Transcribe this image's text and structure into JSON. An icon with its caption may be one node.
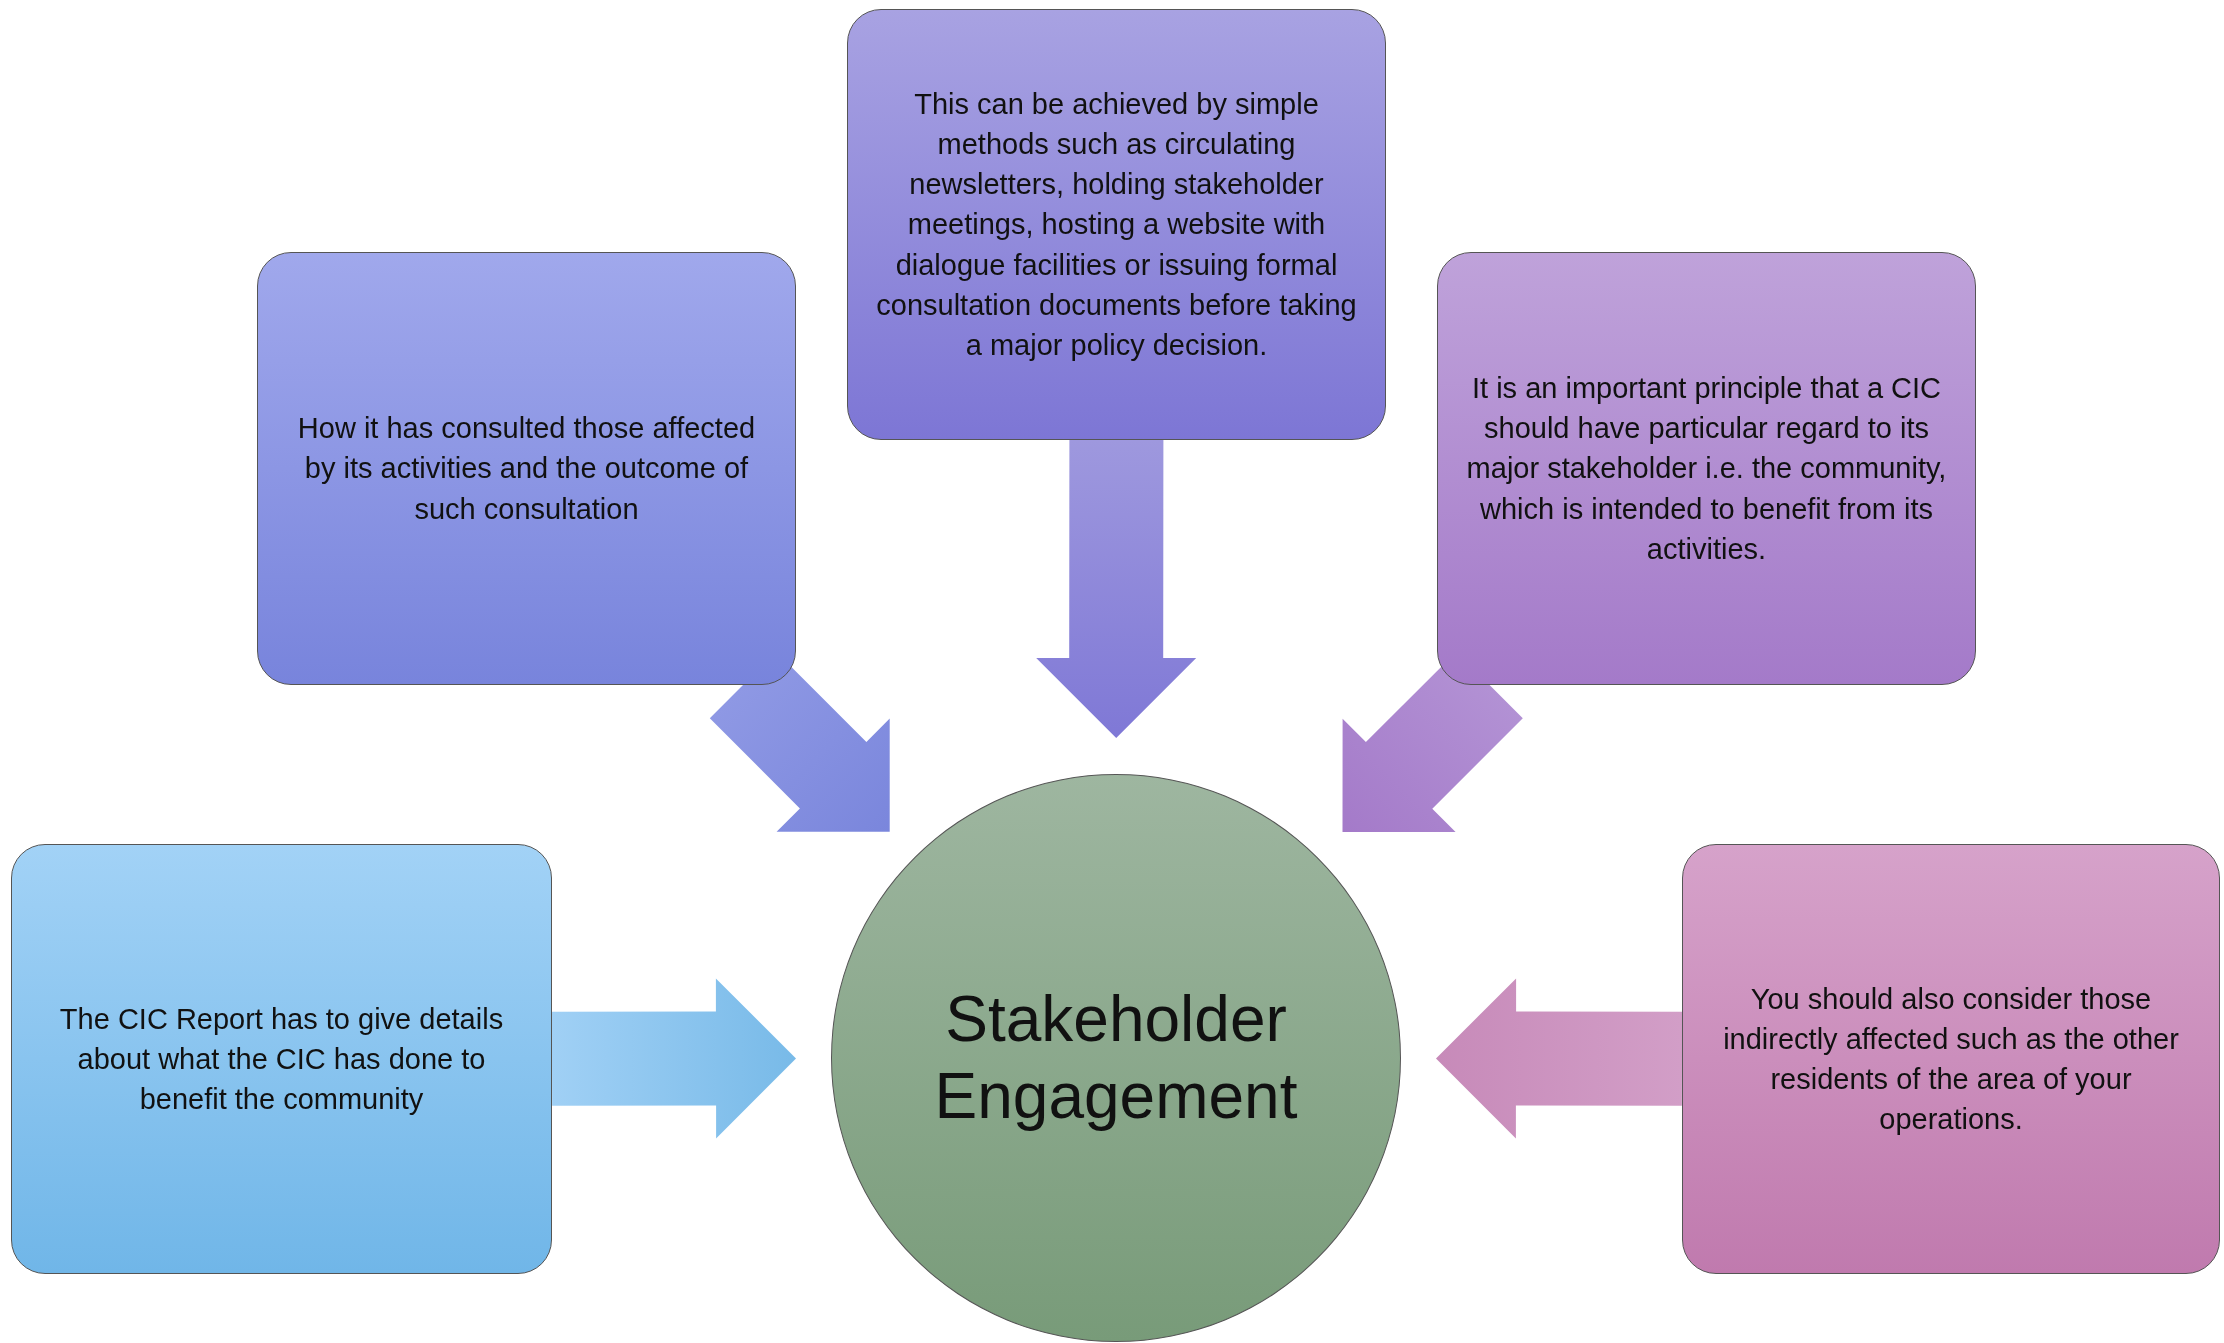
{
  "diagram": {
    "nodes": [
      {
        "text": [
          "The CIC Report has to give details about what the CIC has done to benefit the community"
        ]
      },
      {
        "text": [
          "How it has consulted those affected by its activities and the outcome of such consultation"
        ]
      },
      {
        "text": [
          "This can be achieved by simple methods such as circulating newsletters, holding stakeholder meetings, hosting a website with dialogue facilities or issuing formal consultation documents before taking a major policy decision."
        ]
      },
      {
        "text": [
          "It is an important principle that a CIC should have particular regard to its major stakeholder i.e. the community, which is intended to benefit from its activities."
        ]
      },
      {
        "text": [
          "You should also consider those indirectly affected such as the other residents of the area of your operations."
        ]
      },
      {
        "text": [
          "Stakeholder Engagement"
        ]
      }
    ],
    "edges": [
      {
        "from": 0,
        "to": 5,
        "arrow": "to"
      },
      {
        "from": 1,
        "to": 5,
        "arrow": "to"
      },
      {
        "from": 2,
        "to": 5,
        "arrow": "to"
      },
      {
        "from": 3,
        "to": 5,
        "arrow": "to"
      },
      {
        "from": 4,
        "to": 5,
        "arrow": "to"
      }
    ]
  }
}
